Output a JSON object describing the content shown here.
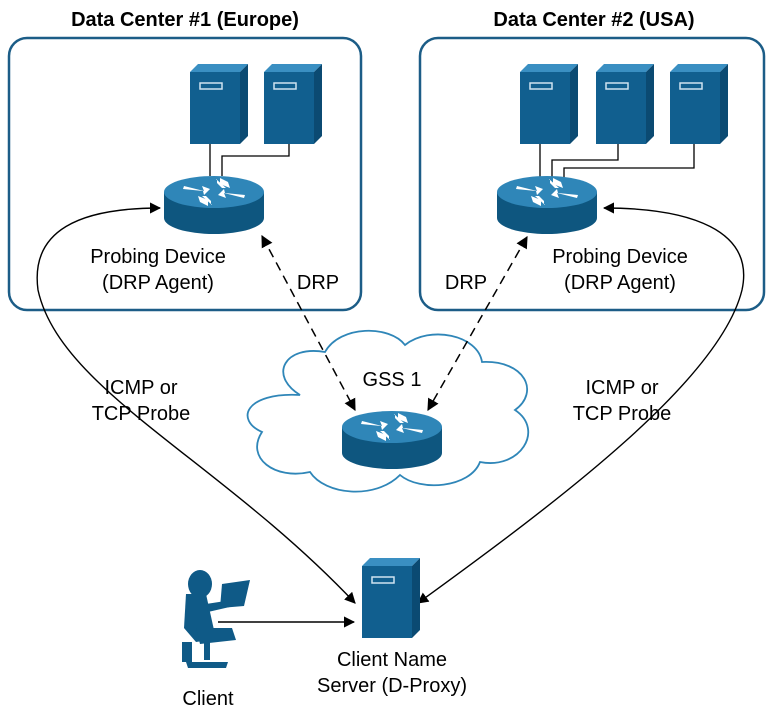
{
  "datacenter1": {
    "title": "Data Center #1 (Europe)",
    "device_line1": "Probing Device",
    "device_line2": "(DRP Agent)",
    "drp_label": "DRP"
  },
  "datacenter2": {
    "title": "Data Center #2 (USA)",
    "device_line1": "Probing Device",
    "device_line2": "(DRP Agent)",
    "drp_label": "DRP"
  },
  "gss": {
    "label": "GSS 1"
  },
  "probe_left": {
    "line1": "ICMP or",
    "line2": "TCP Probe"
  },
  "probe_right": {
    "line1": "ICMP or",
    "line2": "TCP Probe"
  },
  "dproxy": {
    "line1": "Client Name",
    "line2": "Server (D-Proxy)"
  },
  "client": {
    "label": "Client"
  },
  "colors": {
    "device_blue": "#0f5a87",
    "device_light": "#2f86b8",
    "frame": "#1c5d87",
    "cloud": "#2f86b8"
  }
}
